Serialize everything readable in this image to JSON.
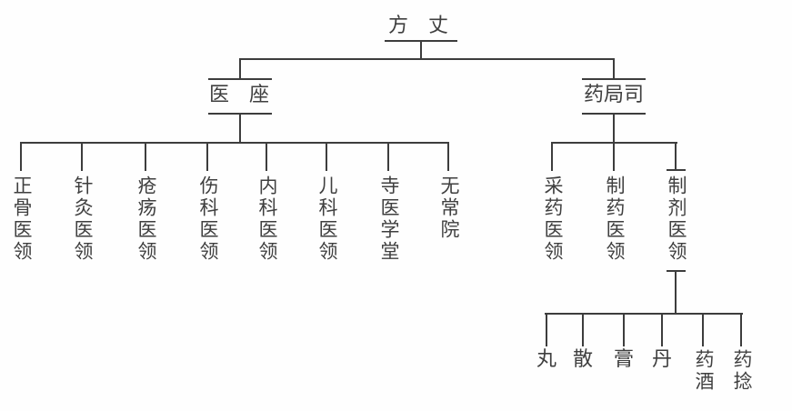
{
  "diagram": {
    "root": {
      "label": "方　丈"
    },
    "branches": [
      {
        "label": "医　座",
        "children": [
          "正骨医领",
          "针灸医领",
          "疮疡医领",
          "伤科医领",
          "内科医领",
          "儿科医领",
          "寺医学堂",
          "无常院"
        ]
      },
      {
        "label": "药局司",
        "children": [
          "采药医领",
          "制药医领",
          "制剂医领"
        ]
      }
    ],
    "sub_branch": {
      "parent": "制剂医领",
      "children": [
        "丸",
        "散",
        "膏",
        "丹",
        "药酒",
        "药捻"
      ]
    }
  },
  "colors": {
    "line": "#3d3d3d",
    "text": "#3f3f3f",
    "background": "#ffffff"
  }
}
